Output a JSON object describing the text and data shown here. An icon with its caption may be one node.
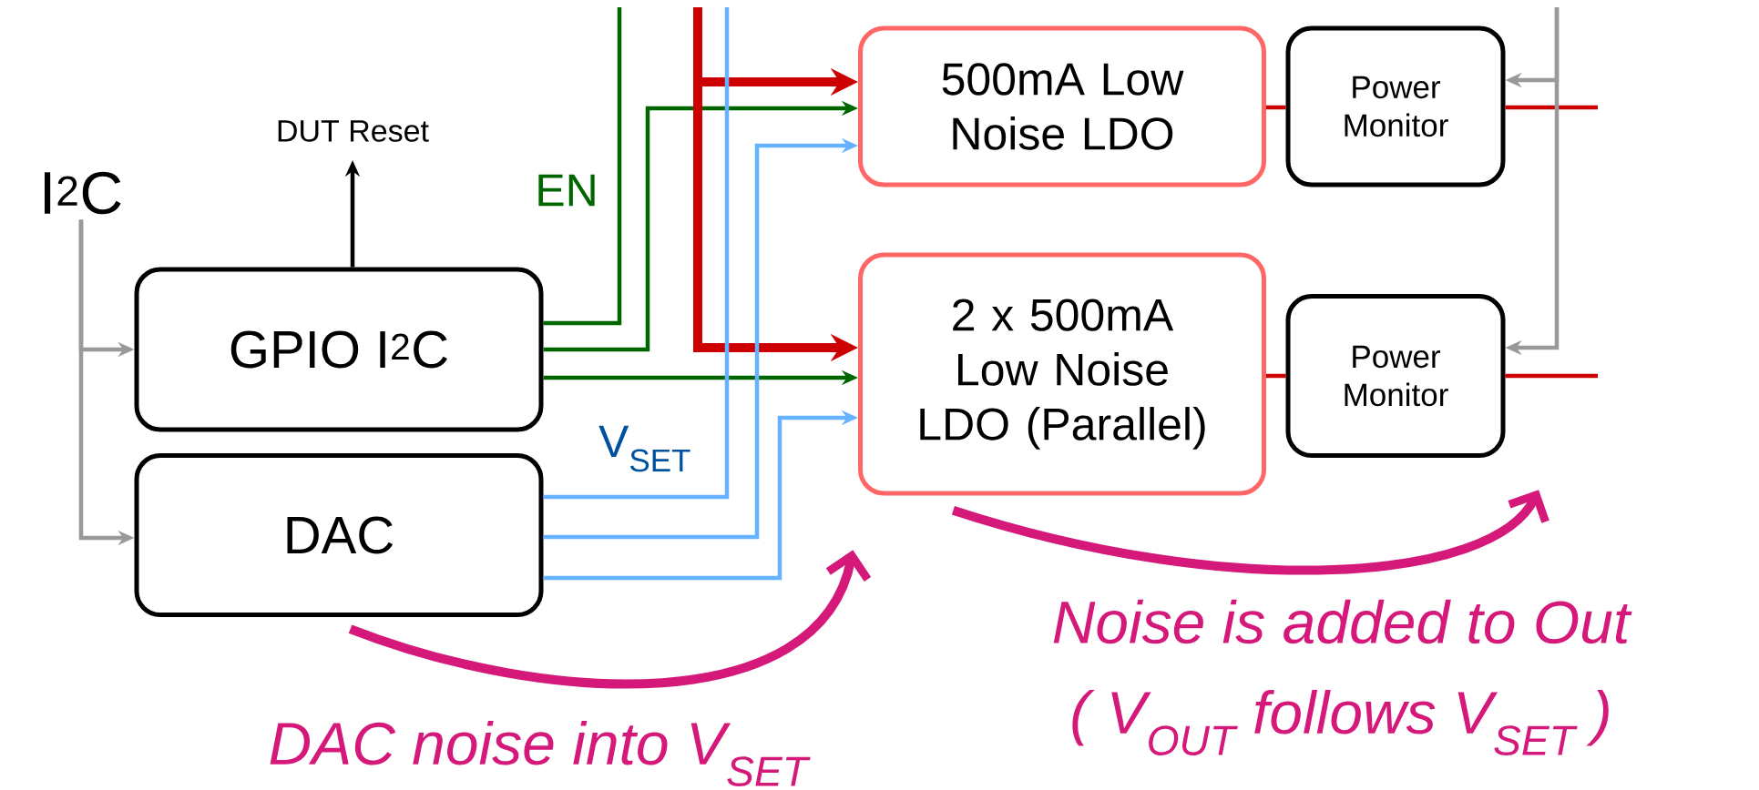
{
  "diagram": {
    "nodes": [
      {
        "text": [
          "GPIO I$^{2}$C"
        ]
      },
      {
        "text": [
          "DAC"
        ]
      },
      {
        "text": [
          "500mA Low Noise LDO"
        ]
      },
      {
        "text": [
          "2 x 500mA Low Noise LDO (Parallel)"
        ]
      },
      {
        "text": [
          "Power Monitor"
        ]
      },
      {
        "text": [
          "Power Monitor"
        ]
      },
      {
        "text": [
          "DUT Reset"
        ]
      },
      {
        "text": [
          "I$^{2}$C"
        ]
      }
    ],
    "edges": [
      {
        "from": 7,
        "to": 0,
        "arrow": "to",
        "color": "#999999"
      },
      {
        "from": 7,
        "to": 1,
        "arrow": "to",
        "color": "#999999"
      },
      {
        "from": 0,
        "to": 6,
        "arrow": "to",
        "color": "#000000"
      },
      {
        "from": 0,
        "to": null,
        "arrow": "none",
        "color": "#006600"
      },
      {
        "from": 0,
        "to": 2,
        "arrow": "to",
        "color": "#006600"
      },
      {
        "from": 0,
        "to": 3,
        "arrow": "to",
        "color": "#006600"
      },
      {
        "from": null,
        "to": 2,
        "arrow": "to",
        "style": "thick",
        "color": "#cc0000"
      },
      {
        "from": null,
        "to": 3,
        "arrow": "to",
        "style": "thick",
        "color": "#cc0000"
      },
      {
        "from": 1,
        "to": null,
        "arrow": "none",
        "color": "#66b2ff"
      },
      {
        "from": 1,
        "to": 2,
        "arrow": "to",
        "color": "#66b2ff"
      },
      {
        "from": 1,
        "to": 3,
        "arrow": "to",
        "color": "#66b2ff"
      },
      {
        "from": 2,
        "to": 4,
        "arrow": "none",
        "color": "#cc0000"
      },
      {
        "from": 3,
        "to": 5,
        "arrow": "none",
        "color": "#cc0000"
      },
      {
        "from": 4,
        "to": null,
        "arrow": "none",
        "color": "#cc0000"
      },
      {
        "from": 5,
        "to": null,
        "arrow": "none",
        "color": "#cc0000"
      },
      {
        "from": null,
        "to": 4,
        "arrow": "to",
        "color": "#999999"
      },
      {
        "from": null,
        "to": 5,
        "arrow": "to",
        "color": "#999999"
      },
      {
        "from": 1,
        "to": 3,
        "arrow": "to",
        "style": "thick",
        "color": "#d4197a"
      },
      {
        "from": 3,
        "to": 5,
        "arrow": "to",
        "style": "thick",
        "color": "#d4197a"
      }
    ],
    "labels": [
      "EN",
      "V$_{SET}$",
      "DAC noise into V$_{SET}$",
      "Noise is added to Out",
      "( V$_{OUT}$ follows V$_{SET}$ )"
    ]
  }
}
